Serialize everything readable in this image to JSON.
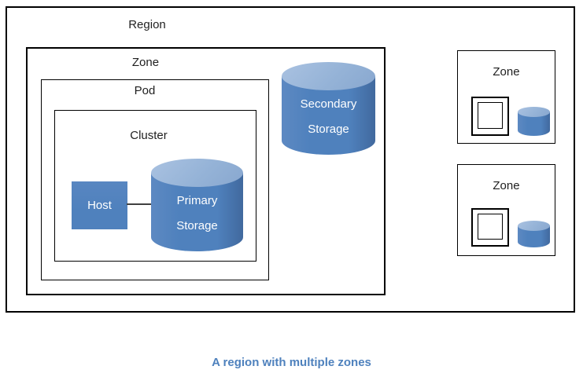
{
  "caption": "A region with multiple zones",
  "region": {
    "label": "Region",
    "main_zone": {
      "label": "Zone",
      "pod": {
        "label": "Pod",
        "cluster": {
          "label": "Cluster",
          "host": {
            "label": "Host"
          },
          "primary_storage": {
            "line1": "Primary",
            "line2": "Storage"
          }
        }
      },
      "secondary_storage": {
        "line1": "Secondary",
        "line2": "Storage"
      }
    },
    "other_zones": [
      {
        "label": "Zone"
      },
      {
        "label": "Zone"
      }
    ]
  },
  "colors": {
    "shape_fill": "#4f81bd",
    "cylinder_top": "#95b3d7",
    "caption_text": "#4e81bd",
    "border": "#000000",
    "label_text": "#1f1f1f",
    "connector": "#404040"
  }
}
